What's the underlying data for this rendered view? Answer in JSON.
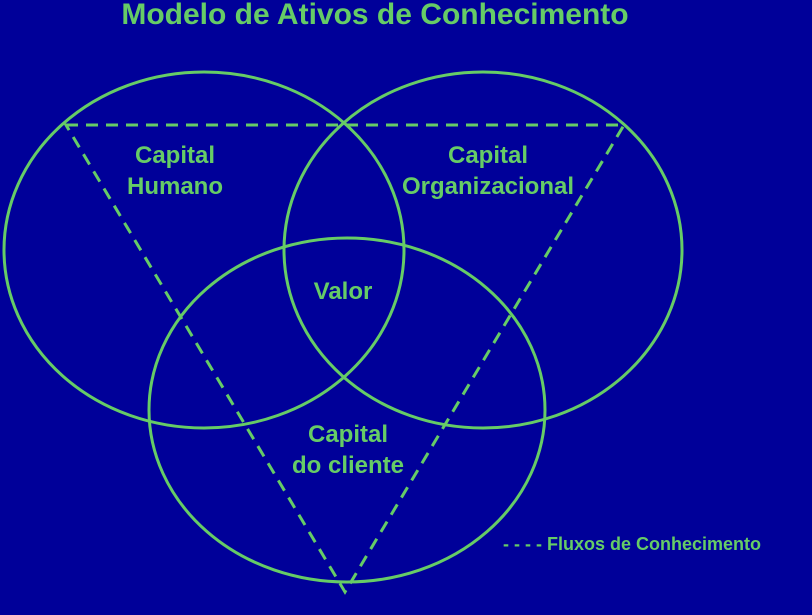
{
  "title": "Modelo de Ativos de Conhecimento",
  "labels": {
    "human": [
      "Capital",
      "Humano"
    ],
    "organizational": [
      "Capital",
      "Organizacional"
    ],
    "value": "Valor",
    "client": [
      "Capital",
      "do cliente"
    ]
  },
  "legend": {
    "marker": "- - - -",
    "text": "Fluxos de Conhecimento"
  },
  "colors": {
    "background": "#000099",
    "foreground": "#66CC66"
  }
}
